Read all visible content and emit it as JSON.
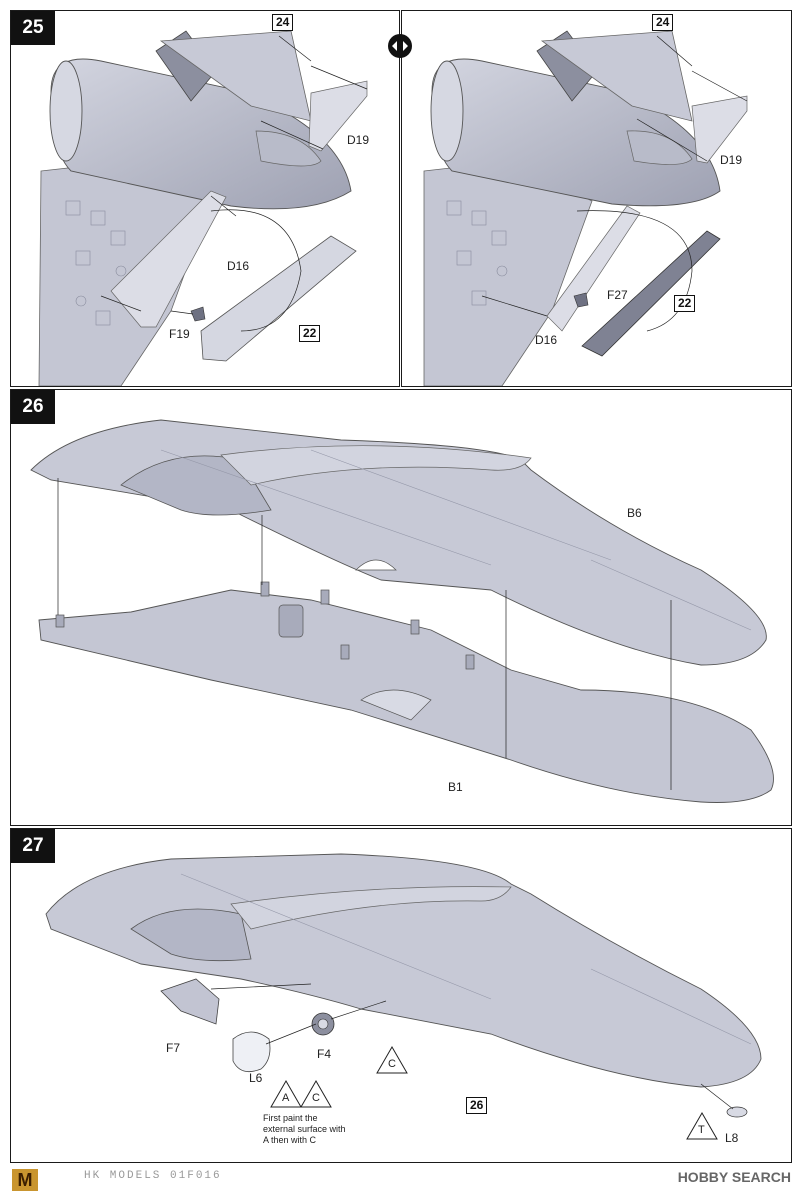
{
  "step25": {
    "number": "25",
    "left": {
      "part_box_top": "24",
      "part_box_bottom": "22",
      "labels": [
        "D19",
        "D16",
        "F19"
      ]
    },
    "right": {
      "part_box_top": "24",
      "part_box_bottom": "22",
      "labels": [
        "D19",
        "F27",
        "D16"
      ]
    }
  },
  "step26": {
    "number": "26",
    "labels": [
      "B6",
      "B1"
    ]
  },
  "step27": {
    "number": "27",
    "labels": [
      "F7",
      "F4",
      "L6",
      "L8"
    ],
    "part_box": "26",
    "paint_marks": [
      "A",
      "C",
      "C",
      "T"
    ],
    "note": [
      "First paint the",
      "external surface with",
      "A then with C"
    ]
  },
  "footer": {
    "brand_mark": "M",
    "code": "HK MODELS 01F016",
    "watermark": "HOBBY SEARCH"
  },
  "colors": {
    "part_fill": "#c7c9d6",
    "part_dark": "#9fa2b3",
    "ink": "#111111"
  }
}
